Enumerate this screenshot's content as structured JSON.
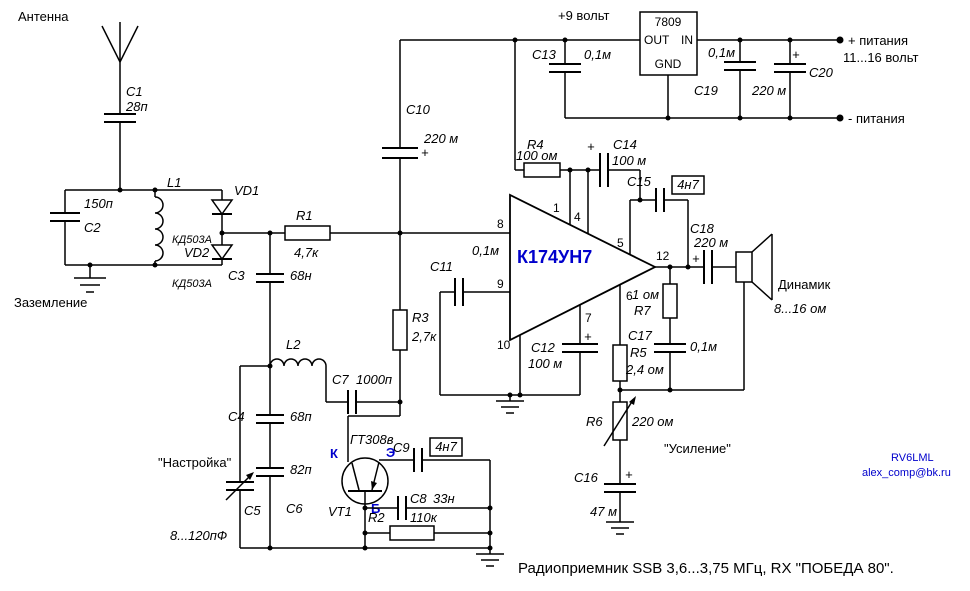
{
  "meta": {
    "title": "Радиоприемник SSB 3,6...3,75 МГц, RX \"ПОБЕДА 80\"."
  },
  "annotations": {
    "antenna": "Антенна",
    "ground": "Заземление",
    "tuning": "\"Настройка\"",
    "gain": "\"Усиление\"",
    "speaker_name": "Динамик",
    "speaker_impedance": "8...16 ом",
    "plus9": "+9 вольт",
    "supply_plus": "+ питания",
    "supply_range": "11...16 вольт",
    "supply_minus": "- питания",
    "callsign": "RV6LML",
    "email": "alex_comp@bk.ru"
  },
  "ic": {
    "name": "К174УН7",
    "pin1": "1",
    "pin4": "4",
    "pin5": "5",
    "pin6": "6",
    "pin7": "7",
    "pin8": "8",
    "pin9": "9",
    "pin10": "10",
    "pin12": "12"
  },
  "regulator": {
    "name": "7809",
    "pin_out": "OUT",
    "pin_in": "IN",
    "pin_gnd": "GND"
  },
  "transistor": {
    "ref": "VT1",
    "type": "ГТ308в",
    "collector": "К",
    "emitter": "Э",
    "base": "Б"
  },
  "components": {
    "c1": {
      "ref": "С1",
      "value": "28п"
    },
    "c2": {
      "ref": "С2",
      "value": "150п"
    },
    "c3": {
      "ref": "С3",
      "value": "68н"
    },
    "c4": {
      "ref": "С4",
      "value": "68п"
    },
    "c5": {
      "ref": "С5",
      "value": "8...120пФ"
    },
    "c6": {
      "ref": "С6",
      "value": "82п"
    },
    "c7": {
      "ref": "С7",
      "value": "1000п"
    },
    "c8": {
      "ref": "С8",
      "value": "33н"
    },
    "c9": {
      "ref": "С9",
      "value": "4н7"
    },
    "c10": {
      "ref": "С10",
      "value": "220 м",
      "polarity": "+"
    },
    "c11": {
      "ref": "С11",
      "value": "0,1м"
    },
    "c12": {
      "ref": "С12",
      "value": "100 м",
      "polarity": "+"
    },
    "c13": {
      "ref": "С13",
      "value": "0,1м"
    },
    "c14": {
      "ref": "С14",
      "value": "100 м",
      "polarity": "+"
    },
    "c15": {
      "ref": "С15",
      "value": "4н7"
    },
    "c16": {
      "ref": "С16",
      "value": "47 м",
      "polarity": "+"
    },
    "c17": {
      "ref": "С17",
      "value": "0,1м"
    },
    "c18": {
      "ref": "С18",
      "value": "220 м",
      "polarity": "+"
    },
    "c19": {
      "ref": "С19",
      "value": "0,1м"
    },
    "c20": {
      "ref": "С20",
      "value": "220 м",
      "polarity": "+"
    },
    "l1": {
      "ref": "L1"
    },
    "l2": {
      "ref": "L2"
    },
    "r1": {
      "ref": "R1",
      "value": "4,7к"
    },
    "r2": {
      "ref": "R2",
      "value": "110к"
    },
    "r3": {
      "ref": "R3",
      "value": "2,7к"
    },
    "r4": {
      "ref": "R4",
      "value": "100 ом"
    },
    "r5": {
      "ref": "R5",
      "value": "2,4 ом"
    },
    "r6": {
      "ref": "R6",
      "value": "220 ом"
    },
    "r7": {
      "ref": "R7",
      "value": "1 ом"
    },
    "vd1": {
      "ref": "VD1",
      "value": "КД503А"
    },
    "vd2": {
      "ref": "VD2",
      "value": "КД503А"
    }
  },
  "colors": {
    "ink": "#000000",
    "accent": "#0000cc"
  }
}
